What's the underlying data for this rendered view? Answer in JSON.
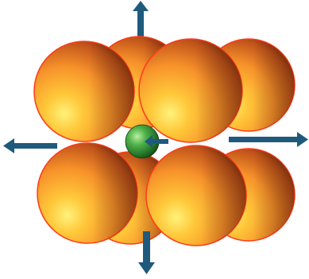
{
  "diagram": {
    "large_sphere_count": 8,
    "small_sphere_count": 1,
    "arrow_directions": [
      "up",
      "down",
      "left",
      "right",
      "center-left"
    ]
  },
  "colors": {
    "background": "#ffffff",
    "large_sphere_highlight": "#fff27a",
    "large_sphere_mid": "#f7922a",
    "large_sphere_dark": "#7a2f0c",
    "large_sphere_outline": "#ff3b1a",
    "small_sphere_highlight": "#b8f0a0",
    "small_sphere_mid": "#3f9a3a",
    "small_sphere_dark": "#0f3f12",
    "arrow": "#1f5a7d"
  }
}
